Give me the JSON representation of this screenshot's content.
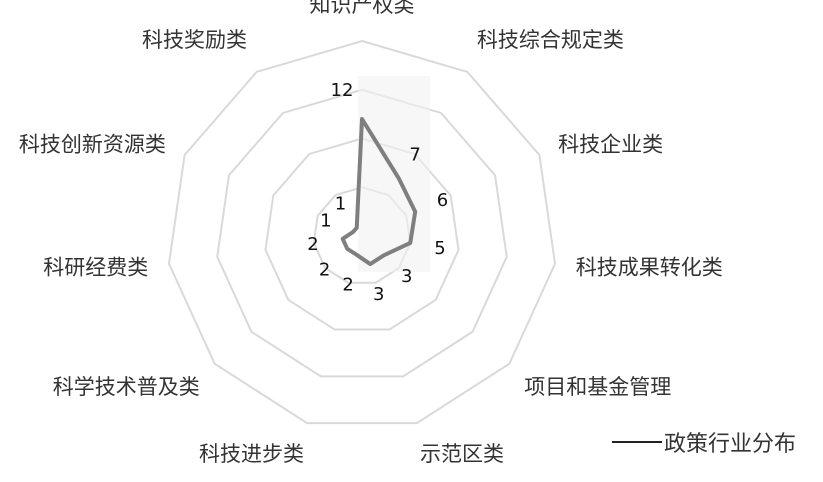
{
  "chart_data": {
    "type": "radar",
    "title": "",
    "categories": [
      "知识产权类",
      "科技综合规定类",
      "科技企业类",
      "科技成果转化类",
      "项目和基金管理",
      "示范区类",
      "科技进步类",
      "科学技术普及类",
      "科研经费类",
      "科技创新资源类",
      "科技奖励类"
    ],
    "series": [
      {
        "name": "政策行业分布",
        "values": [
          12,
          7,
          6,
          5,
          3,
          3,
          2,
          2,
          2,
          1,
          1
        ],
        "color": "#7f7f7f"
      }
    ],
    "data_labels": [
      "12",
      "7",
      "6",
      "5",
      "3",
      "3",
      "2",
      "2",
      "2",
      "1",
      "1"
    ],
    "rlim": [
      0,
      20
    ],
    "grid_levels": 4,
    "grid": true,
    "legend_position": "bottom-right"
  },
  "legend": {
    "label": "政策行业分布",
    "line_color": "#222222"
  },
  "colors": {
    "grid": "#d9d9d9",
    "series": "#7f7f7f",
    "highlight_panel": "#f2f2f2"
  }
}
